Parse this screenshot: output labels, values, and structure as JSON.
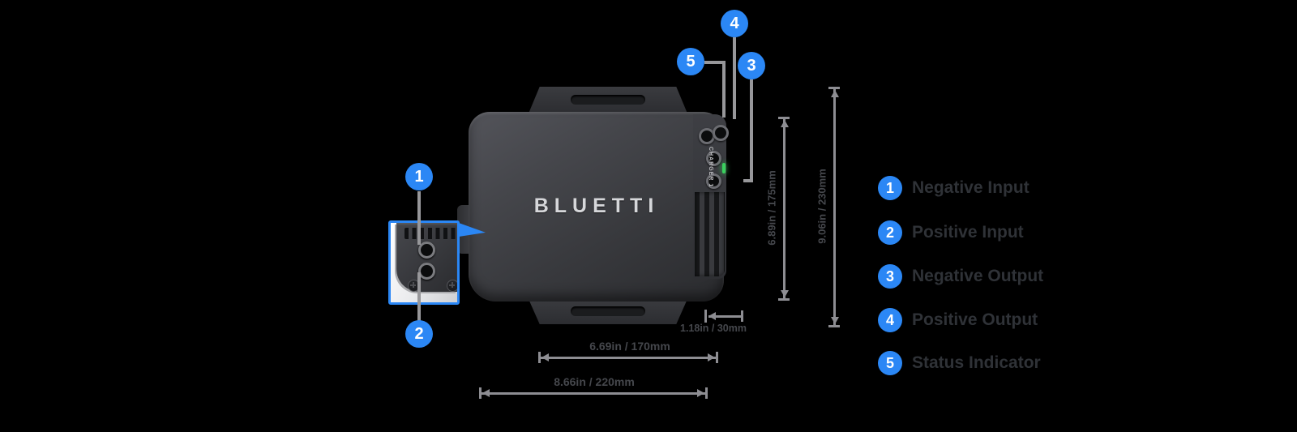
{
  "device": {
    "brand_logo": "BLUETTI",
    "side_label": "CHARGER 1"
  },
  "callouts": [
    {
      "num": "1",
      "label": "Negative Input"
    },
    {
      "num": "2",
      "label": "Positive Input"
    },
    {
      "num": "3",
      "label": "Negative Output"
    },
    {
      "num": "4",
      "label": "Positive Output"
    },
    {
      "num": "5",
      "label": "Status Indicator"
    }
  ],
  "dimensions": {
    "body_width": "6.69in / 170mm",
    "overall_width": "8.66in / 220mm",
    "body_height": "6.89in / 175mm",
    "overall_height": "9.06in / 230mm",
    "depth": "1.18in / 30mm"
  },
  "colors": {
    "accent": "#2b87f5",
    "led_green": "#3ad15e",
    "background": "#000000",
    "leader_line": "#97979a",
    "dimension_line": "#8d8d92",
    "dimension_text": "#45474c",
    "legend_text": "#2f3237",
    "logo_text": "#d6d7da"
  }
}
